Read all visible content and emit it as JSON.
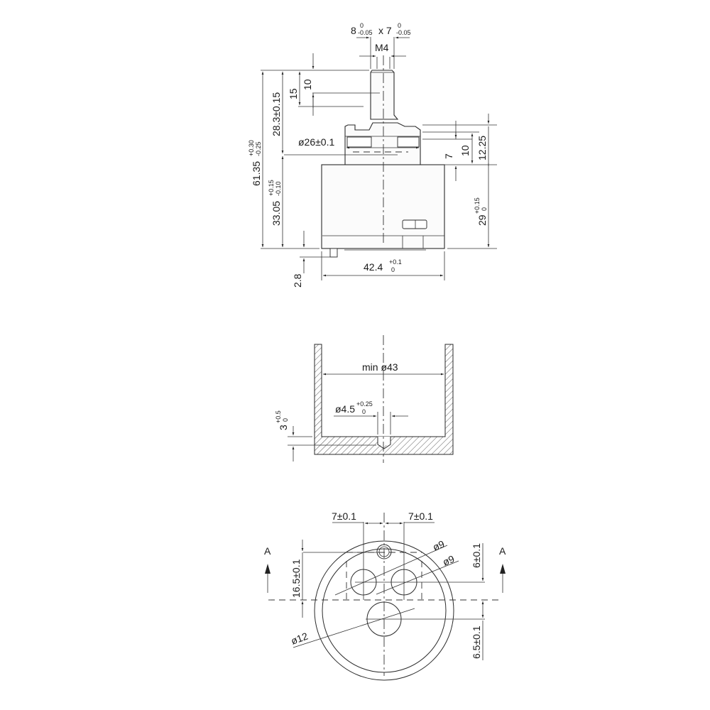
{
  "drawing": {
    "type": "technical drawing - ceramic faucet cartridge 42mm",
    "views": [
      "side-elevation",
      "section-A-A-housing",
      "bottom-view"
    ]
  },
  "side_view": {
    "stem_size": {
      "main": "8",
      "tol_upper_1": "0",
      "tol_lower_1": "-0.05",
      "x": "x 7",
      "tol_upper_2": "0",
      "tol_lower_2": "-0.05"
    },
    "thread": "M4",
    "dim_10": "10",
    "dim_15": "15",
    "dim_28_3": "28.3±0.15",
    "dim_61_35": {
      "main": "61.35",
      "upper": "+0.30",
      "lower": "-0.25"
    },
    "dim_33_05": {
      "main": "33.05",
      "upper": "+0.15",
      "lower": "-0.10"
    },
    "dim_dia26": "ø26±0.1",
    "dim_7": "7",
    "dim_10_right": "10",
    "dim_12_25": "12.25",
    "dim_29": {
      "main": "29",
      "upper": "+0.15",
      "lower": "0"
    },
    "dim_2_8": "2.8",
    "dim_42_4": {
      "main": "42.4",
      "upper": "+0.1",
      "lower": "0"
    }
  },
  "section_view": {
    "dim_min_dia43": "min ø43",
    "dim_dia4_5": {
      "main": "ø4.5",
      "upper": "+0.25",
      "lower": "0"
    },
    "dim_3": {
      "main": "3",
      "upper": "+0.5",
      "lower": "0"
    }
  },
  "bottom_view": {
    "dim_7_left": "7±0.1",
    "dim_7_right": "7±0.1",
    "dim_dia9_a": "ø9",
    "dim_dia9_b": "ø9",
    "dim_16_5": "16.5±0.1",
    "dim_6": "6±0.1",
    "dim_6_5": "6.5±0.1",
    "dim_dia12": "ø12",
    "section_mark_left": "A",
    "section_mark_right": "A"
  }
}
